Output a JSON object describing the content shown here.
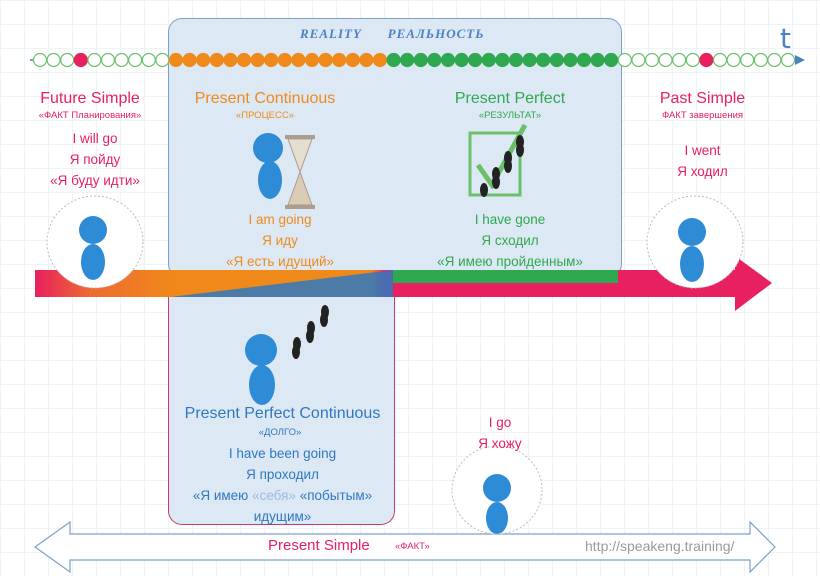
{
  "header": {
    "reality": "REALITY",
    "realnost": "РЕАЛЬНОСТЬ",
    "t": "t"
  },
  "future": {
    "title": "Future Simple",
    "sub": "«ФАКТ Планирования»",
    "l1": "I will go",
    "l2": "Я пойду",
    "l3": "«Я буду идти»"
  },
  "continuous": {
    "title": "Present Continuous",
    "sub": "«ПРОЦЕСС»",
    "l1": "I am going",
    "l2": "Я иду",
    "l3": "«Я есть идущий»"
  },
  "perfect": {
    "title": "Present Perfect",
    "sub": "«РЕЗУЛЬТАТ»",
    "l1": "I have gone",
    "l2": "Я сходил",
    "l3": "«Я имею пройденным»"
  },
  "past": {
    "title": "Past Simple",
    "sub": "ФАКТ завершения",
    "l1": "I went",
    "l2": "Я ходил"
  },
  "ppc": {
    "title": "Present Perfect Continuous",
    "sub": "«ДОЛГО»",
    "l1": "I have been going",
    "l2": "Я проходил",
    "l3a": "«Я имею ",
    "l3b": "«себя»",
    "l3c": " «побытым»",
    "l4": "идущим»"
  },
  "simple": {
    "l1": "I go",
    "l2": "Я хожу",
    "bottom": "Present Simple",
    "bottom_sub": "«ФАКТ»"
  },
  "url": "http://speakeng.training/",
  "colors": {
    "pink": "#e8205f",
    "orange": "#ef8a1a",
    "green": "#2fa84f",
    "blue": "#2e78c0"
  }
}
